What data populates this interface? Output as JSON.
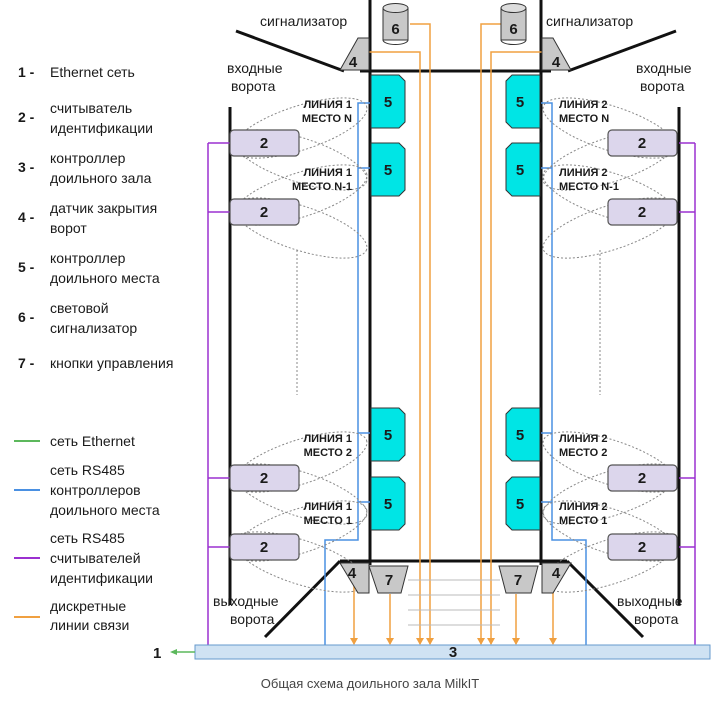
{
  "legend_items": [
    {
      "num": "1 -",
      "lines": [
        "Ethernet сеть"
      ]
    },
    {
      "num": "2 -",
      "lines": [
        "считыватель",
        "идентификации"
      ]
    },
    {
      "num": "3 -",
      "lines": [
        "контроллер",
        "доильного зала"
      ]
    },
    {
      "num": "4 -",
      "lines": [
        "датчик закрытия",
        "ворот"
      ]
    },
    {
      "num": "5 -",
      "lines": [
        "контроллер",
        "доильного места"
      ]
    },
    {
      "num": "6 -",
      "lines": [
        "световой",
        "сигнализатор"
      ]
    },
    {
      "num": "7 -",
      "lines": [
        "кнопки управления"
      ]
    }
  ],
  "networks": [
    {
      "lines": [
        "сеть Ethernet"
      ],
      "color": "#5cb85c"
    },
    {
      "lines": [
        "сеть RS485",
        "контроллеров",
        "доильного места"
      ],
      "color": "#4a90e2"
    },
    {
      "lines": [
        "сеть RS485",
        "считывателей",
        "идентификации"
      ],
      "color": "#9b30d0"
    },
    {
      "lines": [
        "дискретные",
        "линии связи"
      ],
      "color": "#f0a040"
    }
  ],
  "labels": {
    "signal_left": "сигнализатор",
    "signal_right": "сигнализатор",
    "entry_left": [
      "входные",
      "ворота"
    ],
    "entry_right": [
      "входные",
      "ворота"
    ],
    "exit_left": [
      "выходные",
      "ворота"
    ],
    "exit_right": [
      "выходные",
      "ворота"
    ],
    "ethernet_num": "1",
    "controller_num": "3",
    "caption": "Общая схема доильного зала MilkIT"
  },
  "places_left": [
    [
      "ЛИНИЯ 1",
      "МЕСТО N"
    ],
    [
      "ЛИНИЯ 1",
      "МЕСТО N-1"
    ],
    [
      "ЛИНИЯ 1",
      "МЕСТО 2"
    ],
    [
      "ЛИНИЯ 1",
      "МЕСТО 1"
    ]
  ],
  "places_right": [
    [
      "ЛИНИЯ 2",
      "МЕСТО N"
    ],
    [
      "ЛИНИЯ 2",
      "МЕСТО N-1"
    ],
    [
      "ЛИНИЯ 2",
      "МЕСТО 2"
    ],
    [
      "ЛИНИЯ 2",
      "МЕСТО 1"
    ]
  ],
  "box_numbers": {
    "reader": "2",
    "gate_sensor": "4",
    "place_controller": "5",
    "signal_light": "6",
    "buttons": "7"
  },
  "colors": {
    "ethernet": "#5cb85c",
    "rs485_controllers": "#4a90e2",
    "rs485_readers": "#9b30d0",
    "discrete": "#f0a040",
    "controller_box": "#00e5e5",
    "reader_box": "#dcd6ec",
    "main_controller_box": "#cfe2f3"
  }
}
